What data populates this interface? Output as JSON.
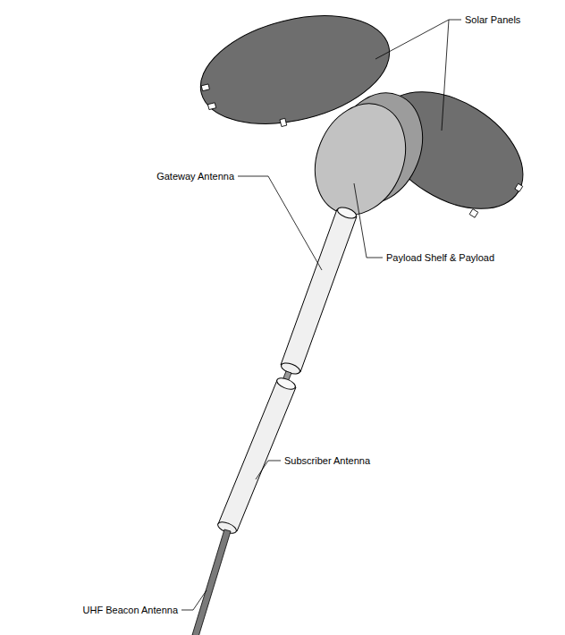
{
  "diagram": {
    "labels": [
      "Solar Panels",
      "Gateway Antenna",
      "Payload Shelf & Payload",
      "Subscriber Antenna",
      "UHF Beacon Antenna"
    ]
  }
}
